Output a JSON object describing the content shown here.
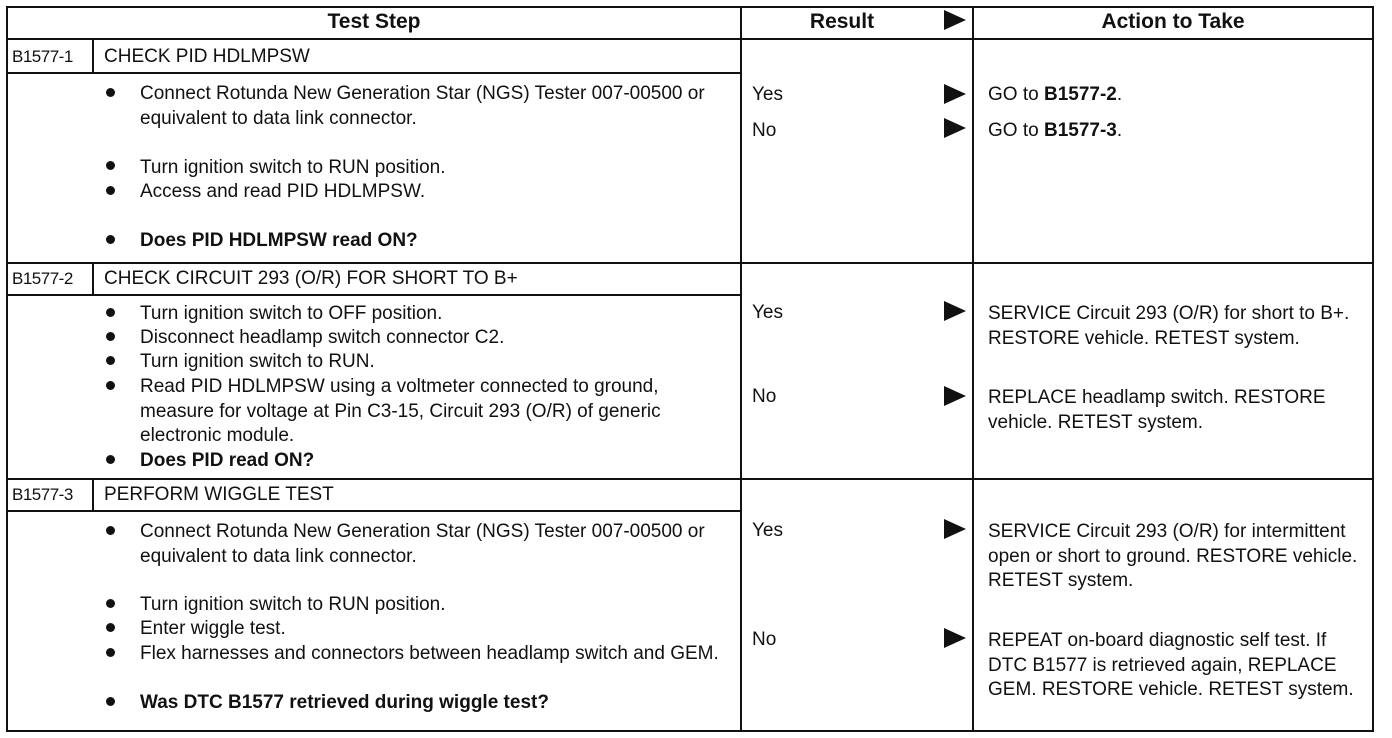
{
  "header": {
    "test_step": "Test Step",
    "result": "Result",
    "action": "Action to Take"
  },
  "steps": [
    {
      "code": "B1577-1",
      "title": "CHECK PID HDLMPSW",
      "bullets": [
        "Connect Rotunda New Generation Star (NGS) Tester 007-00500 or equivalent to data link connector.",
        "Turn ignition switch to RUN position.",
        "Access and read PID HDLMPSW."
      ],
      "question": "Does PID HDLMPSW read ON?",
      "results": [
        {
          "label": "Yes",
          "action_prefix": "GO to ",
          "action_bold": "B1577-2",
          "action_suffix": "."
        },
        {
          "label": "No",
          "action_prefix": "GO to ",
          "action_bold": "B1577-3",
          "action_suffix": "."
        }
      ]
    },
    {
      "code": "B1577-2",
      "title": "CHECK CIRCUIT 293 (O/R) FOR SHORT TO B+",
      "bullets": [
        "Turn ignition switch to OFF position.",
        "Disconnect headlamp switch connector C2.",
        "Turn ignition switch to RUN.",
        "Read PID HDLMPSW using a voltmeter connected to ground, measure for voltage at Pin C3-15, Circuit 293 (O/R) of generic electronic module."
      ],
      "question": "Does PID read ON?",
      "results": [
        {
          "label": "Yes",
          "action": "SERVICE Circuit 293 (O/R) for short to B+. RESTORE vehicle. RETEST system."
        },
        {
          "label": "No",
          "action": "REPLACE headlamp switch. RESTORE vehicle. RETEST system."
        }
      ]
    },
    {
      "code": "B1577-3",
      "title": "PERFORM WIGGLE TEST",
      "bullets": [
        "Connect Rotunda New Generation Star (NGS) Tester 007-00500 or equivalent to data link connector.",
        "Turn ignition switch to RUN position.",
        "Enter wiggle test.",
        "Flex harnesses and connectors between headlamp switch and GEM."
      ],
      "question": "Was DTC B1577 retrieved during wiggle test?",
      "results": [
        {
          "label": "Yes",
          "action": "SERVICE Circuit 293 (O/R) for intermittent open or short to ground. RESTORE vehicle. RETEST system."
        },
        {
          "label": "No",
          "action": "REPEAT on-board diagnostic self test. If DTC B1577 is retrieved again, REPLACE GEM. RESTORE vehicle. RETEST system."
        }
      ]
    }
  ]
}
